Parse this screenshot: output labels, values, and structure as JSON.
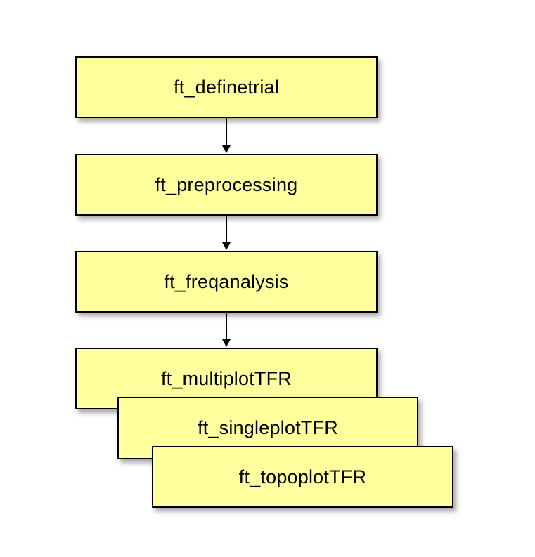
{
  "diagram": {
    "type": "flowchart",
    "nodes": [
      {
        "id": "ft_definetrial",
        "label": "ft_definetrial"
      },
      {
        "id": "ft_preprocessing",
        "label": "ft_preprocessing"
      },
      {
        "id": "ft_freqanalysis",
        "label": "ft_freqanalysis"
      },
      {
        "id": "ft_multiplotTFR",
        "label": "ft_multiplotTFR"
      },
      {
        "id": "ft_singleplotTFR",
        "label": "ft_singleplotTFR"
      },
      {
        "id": "ft_topoplotTFR",
        "label": "ft_topoplotTFR"
      }
    ],
    "edges": [
      {
        "from": "ft_definetrial",
        "to": "ft_preprocessing"
      },
      {
        "from": "ft_preprocessing",
        "to": "ft_freqanalysis"
      },
      {
        "from": "ft_freqanalysis",
        "to": "ft_multiplotTFR"
      }
    ],
    "colors": {
      "node_fill": "#FFFF9D",
      "node_border": "#000000",
      "arrow": "#000000",
      "text": "#000000",
      "background": "#FFFFFF"
    }
  }
}
